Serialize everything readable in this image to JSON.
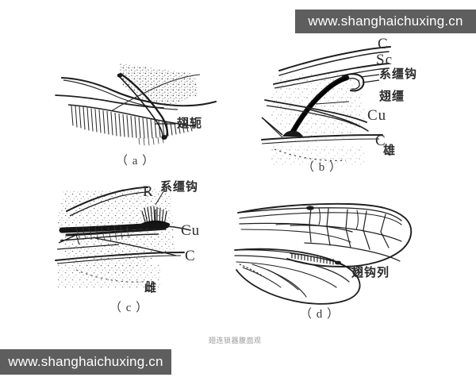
{
  "figure": {
    "caption": "翅连锁器腹面观",
    "panels": [
      {
        "id": "a",
        "caption": "（ a ）",
        "labels": [
          {
            "text": "翅轭",
            "script": "cjk"
          }
        ]
      },
      {
        "id": "b",
        "caption": "（ b ）",
        "labels": [
          {
            "text": "C",
            "script": "latin"
          },
          {
            "text": "Sc",
            "script": "latin"
          },
          {
            "text": "系缰钩",
            "script": "cjk"
          },
          {
            "text": "翅缰",
            "script": "cjk"
          },
          {
            "text": "Cu",
            "script": "latin"
          },
          {
            "text": "C",
            "script": "latin"
          },
          {
            "text": "雄",
            "script": "cjk"
          }
        ]
      },
      {
        "id": "c",
        "caption": "（ c ）",
        "labels": [
          {
            "text": "R",
            "script": "latin"
          },
          {
            "text": "系缰钩",
            "script": "cjk"
          },
          {
            "text": "Cu",
            "script": "latin"
          },
          {
            "text": "C",
            "script": "latin"
          },
          {
            "text": "雌",
            "script": "cjk"
          }
        ]
      },
      {
        "id": "d",
        "caption": "（ d ）",
        "labels": [
          {
            "text": "翅钩列",
            "script": "cjk"
          }
        ]
      }
    ]
  },
  "watermarks": {
    "top": "www.shanghaichuxing.cn",
    "bottom": "www.shanghaichuxing.cn"
  },
  "colors": {
    "background": "#ffffff",
    "ink": "#2b2b2b",
    "watermark_bar": "#5e5e5e",
    "watermark_text": "#ffffff",
    "caption_text": "#9a9a9a"
  }
}
